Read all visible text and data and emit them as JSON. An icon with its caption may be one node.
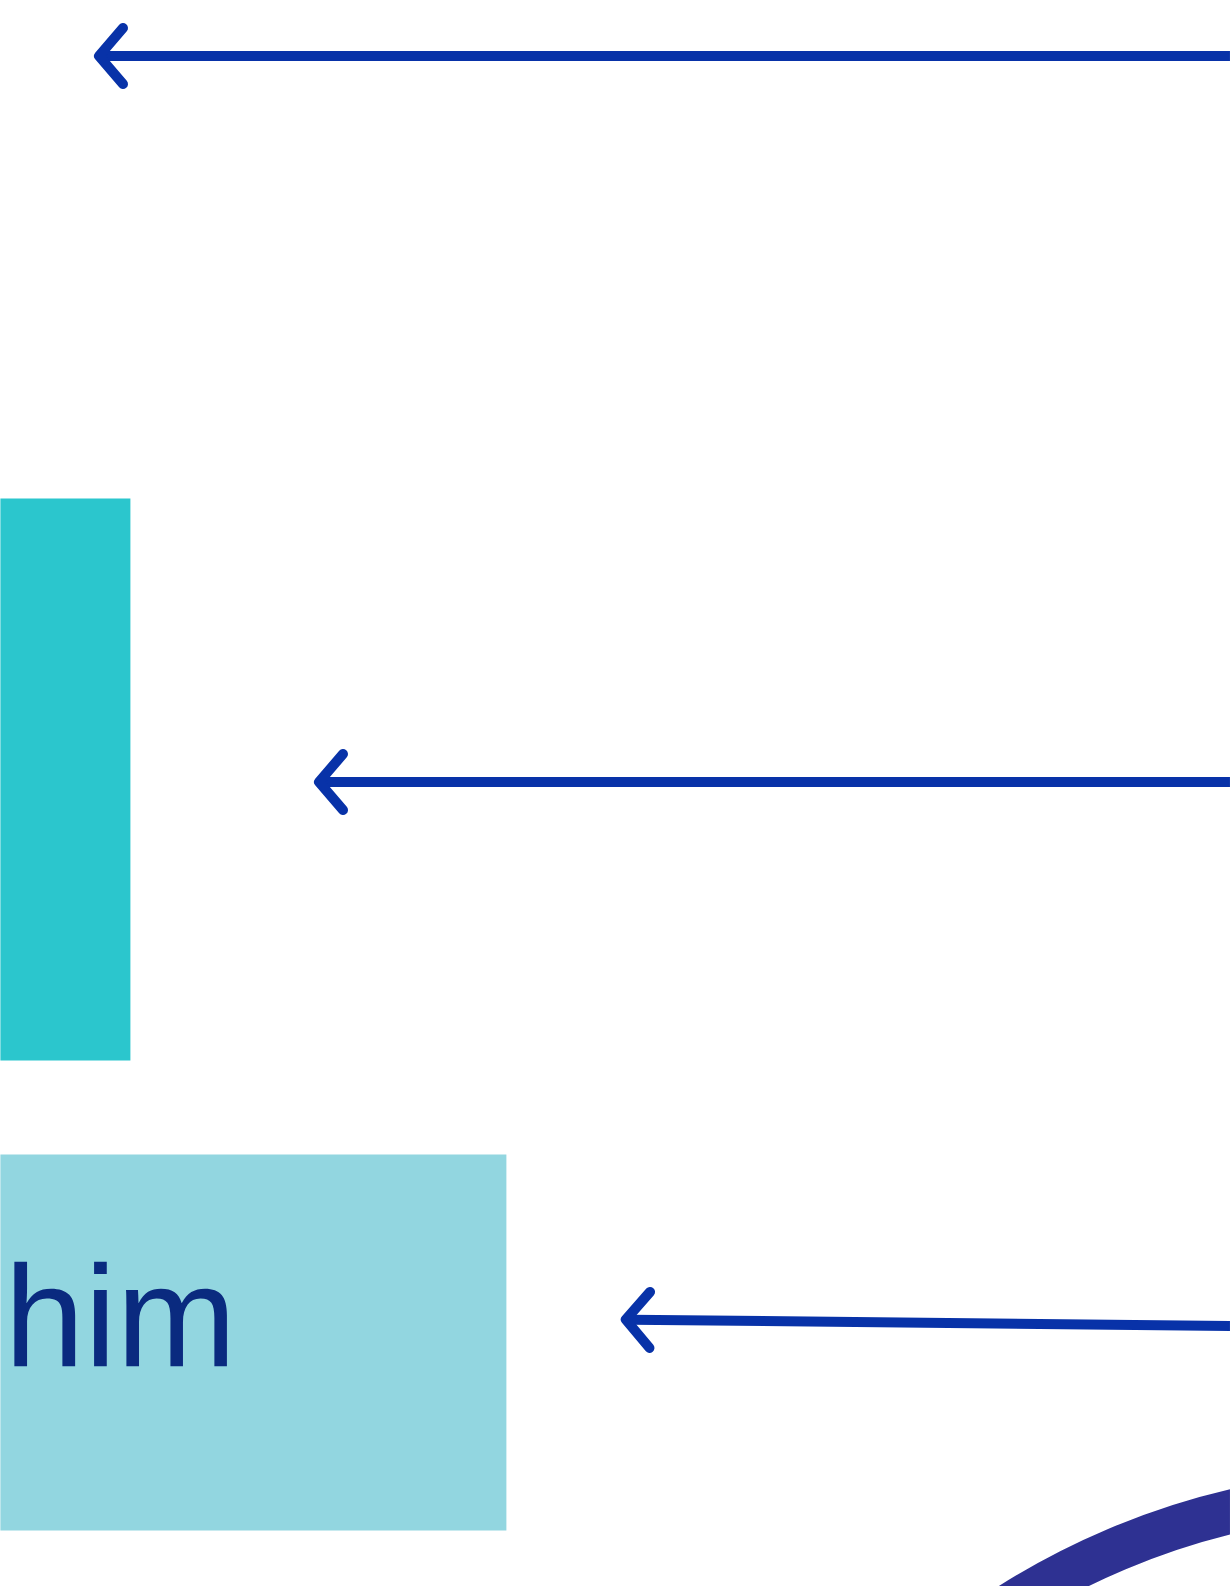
{
  "diagram": {
    "nodes": [
      {
        "text": [],
        "shape": "box"
      },
      {
        "text": [
          "him"
        ]
      }
    ],
    "edges": [
      {
        "from": null,
        "to": 1,
        "arrow": "to"
      }
    ]
  }
}
